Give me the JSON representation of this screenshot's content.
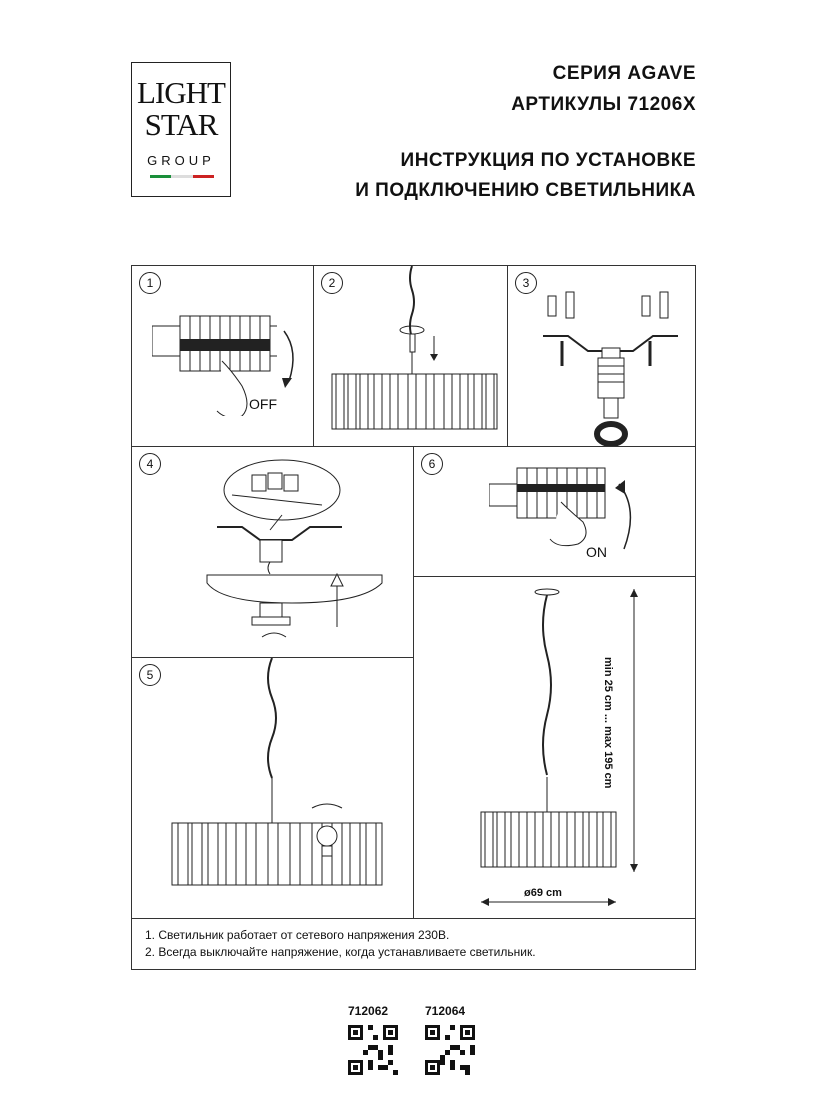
{
  "logo": {
    "line1": "LIGHT",
    "line2": "STAR",
    "line3": "GROUP",
    "flag_colors": [
      "#1a8f3a",
      "#ffffff",
      "#cc2222"
    ]
  },
  "header": {
    "series": "СЕРИЯ AGAVE",
    "articles": "АРТИКУЛЫ 71206X",
    "instruction_line1": "ИНСТРУКЦИЯ ПО УСТАНОВКЕ",
    "instruction_line2": "И ПОДКЛЮЧЕНИЮ СВЕТИЛЬНИКА"
  },
  "steps": {
    "s1": {
      "number": "1",
      "label": "OFF"
    },
    "s2": {
      "number": "2"
    },
    "s3": {
      "number": "3"
    },
    "s4": {
      "number": "4"
    },
    "s5": {
      "number": "5"
    },
    "s6": {
      "number": "6",
      "label": "ON"
    }
  },
  "dimensions": {
    "height": "min 25 cm ... max 195 cm",
    "diameter": "ø69 cm"
  },
  "notes": [
    "1. Светильник работает от сетевого напряжения 230В.",
    "2. Всегда выключайте напряжение, когда устанавливаете светильник."
  ],
  "articles": [
    {
      "code": "712062",
      "qr_icon": "qr-code-icon"
    },
    {
      "code": "712064",
      "qr_icon": "qr-code-icon"
    }
  ]
}
